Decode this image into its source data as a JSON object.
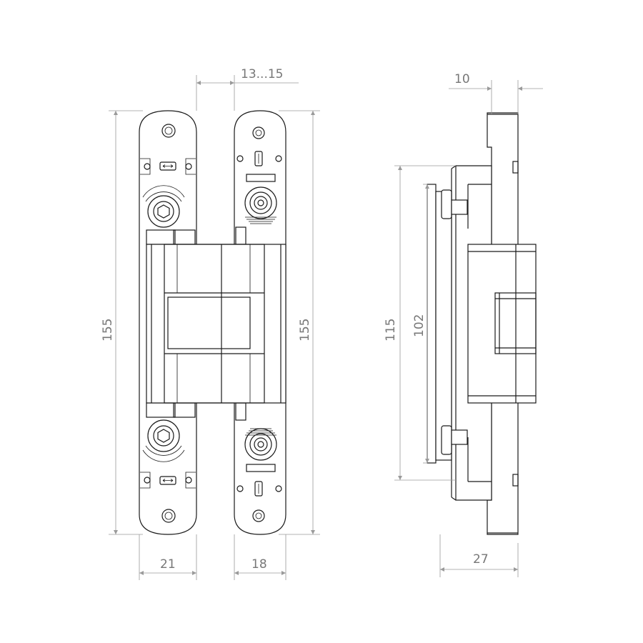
{
  "dimensions": {
    "gap_adjust": "13...15",
    "left_height": "155",
    "right_height": "155",
    "left_width": "21",
    "right_width": "18",
    "side_top": "10",
    "side_outer_height": "115",
    "side_inner_height": "102",
    "side_depth": "27"
  }
}
